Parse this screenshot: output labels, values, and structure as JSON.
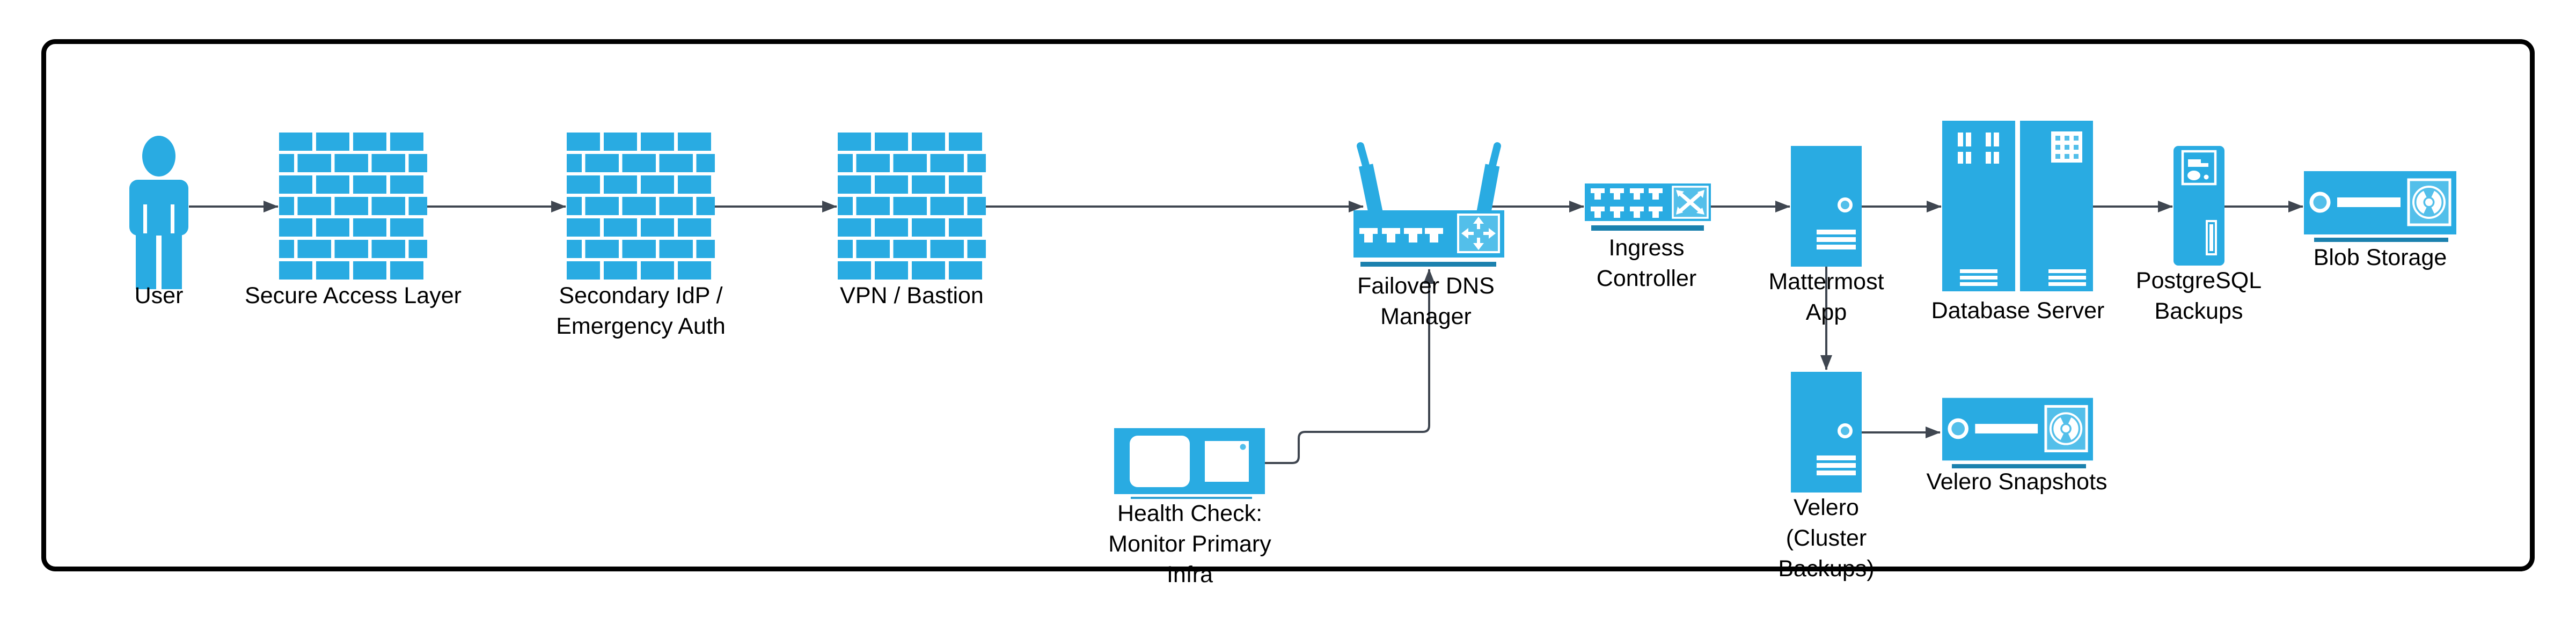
{
  "diagram": {
    "nodes": {
      "user": {
        "label": "User",
        "icon": "person-icon"
      },
      "secure_access_layer": {
        "label": "Secure Access Layer",
        "icon": "firewall-icon"
      },
      "secondary_idp": {
        "label": "Secondary IdP /\nEmergency Auth",
        "icon": "firewall-icon"
      },
      "vpn_bastion": {
        "label": "VPN / Bastion",
        "icon": "firewall-icon"
      },
      "failover_dns": {
        "label": "Failover DNS\nManager",
        "icon": "wireless-router-icon"
      },
      "ingress_controller": {
        "label": "Ingress\nController",
        "icon": "l2-switch-icon"
      },
      "mattermost_app": {
        "label": "Mattermost\nApp",
        "icon": "tower-server-icon"
      },
      "database_server": {
        "label": "Database Server",
        "icon": "rack-server-icon"
      },
      "postgresql_backups": {
        "label": "PostgreSQL\nBackups",
        "icon": "storage-tower-icon"
      },
      "blob_storage": {
        "label": "Blob Storage",
        "icon": "tape-storage-icon"
      },
      "health_check": {
        "label": "Health Check:\nMonitor Primary\nInfra",
        "icon": "monitor-icon"
      },
      "velero": {
        "label": "Velero\n(Cluster\nBackups)",
        "icon": "tower-server-icon"
      },
      "velero_snapshots": {
        "label": "Velero Snapshots",
        "icon": "tape-storage-icon"
      }
    },
    "edges": [
      {
        "from": "user",
        "to": "secure_access_layer"
      },
      {
        "from": "secure_access_layer",
        "to": "secondary_idp"
      },
      {
        "from": "secondary_idp",
        "to": "vpn_bastion"
      },
      {
        "from": "vpn_bastion",
        "to": "failover_dns"
      },
      {
        "from": "failover_dns",
        "to": "ingress_controller"
      },
      {
        "from": "ingress_controller",
        "to": "mattermost_app"
      },
      {
        "from": "mattermost_app",
        "to": "database_server"
      },
      {
        "from": "database_server",
        "to": "postgresql_backups"
      },
      {
        "from": "postgresql_backups",
        "to": "blob_storage"
      },
      {
        "from": "mattermost_app",
        "to": "velero"
      },
      {
        "from": "velero",
        "to": "velero_snapshots"
      },
      {
        "from": "health_check",
        "to": "failover_dns"
      }
    ],
    "colors": {
      "icon_blue": "#29abe2",
      "icon_blue_light": "#53bfea",
      "underline_blue": "#1b81ae",
      "underline_blue_light": "#2d9fd2",
      "connector": "#3f4650",
      "frame": "#000000"
    }
  }
}
